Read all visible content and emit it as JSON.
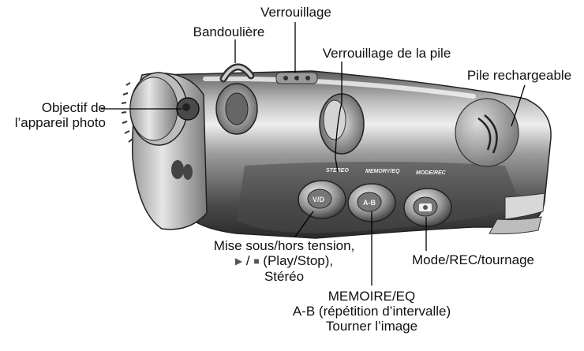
{
  "colors": {
    "body_dark": "#3a3a3a",
    "body_mid": "#8a8a8a",
    "body_light": "#d8d8d8",
    "highlight": "#f2f2f2",
    "leader_line": "#000000",
    "text": "#111111"
  },
  "labels": {
    "lock": "Verrouillage",
    "strap": "Bandoulière",
    "battery_lock": "Verrouillage de la pile",
    "rechargeable_battery": "Pile rechargeable",
    "camera_lens_line1": "Objectif de",
    "camera_lens_line2": "l’appareil photo",
    "power_line1": "Mise sous/hors tension,",
    "power_play_stop": "(Play/Stop),",
    "power_line3": "Stéréo",
    "mode_rec": "Mode/REC/tournage",
    "memoire_line1": "MEMOIRE/EQ",
    "memoire_line2": "A-B (répétition d’intervalle)",
    "memoire_line3": "Tourner l’image"
  },
  "device_text": {
    "stereo": "STEREO",
    "memory_eq": "MEMORY/EQ",
    "mode_rec": "MODE/REC",
    "button_vd": "V/D",
    "button_ab": "A-B"
  },
  "icons": {
    "play": "play-icon",
    "stop": "stop-icon"
  }
}
